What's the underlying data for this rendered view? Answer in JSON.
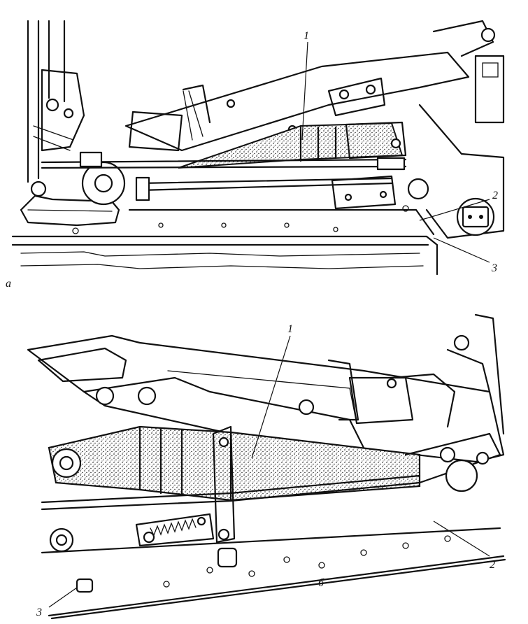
{
  "panels": [
    {
      "letter": "а",
      "callouts": {
        "c1": "1",
        "c2": "2",
        "c3": "3"
      }
    },
    {
      "letter": "б",
      "callouts": {
        "c1": "1",
        "c2": "2",
        "c3": "3"
      }
    }
  ]
}
